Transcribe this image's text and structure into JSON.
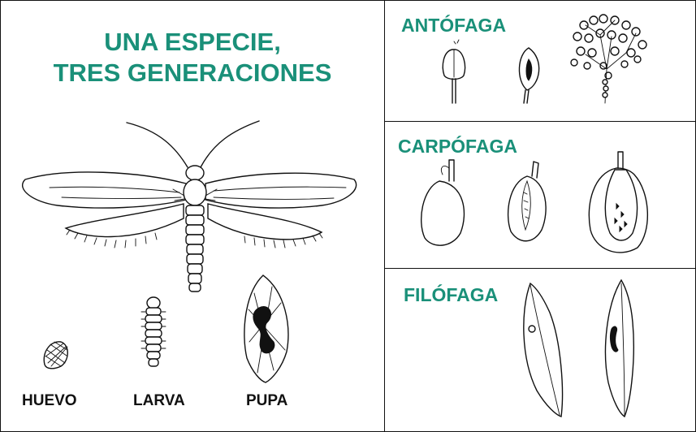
{
  "title": {
    "line1": "UNA ESPECIE,",
    "line2": "TRES GENERACIONES"
  },
  "stages": {
    "egg": "HUEVO",
    "larva": "LARVA",
    "pupa": "PUPA"
  },
  "categories": {
    "flower": "ANTÓFAGA",
    "fruit": "CARPÓFAGA",
    "leaf": "FILÓFAGA"
  },
  "colors": {
    "title": "#1a9079",
    "ink": "#111111"
  }
}
